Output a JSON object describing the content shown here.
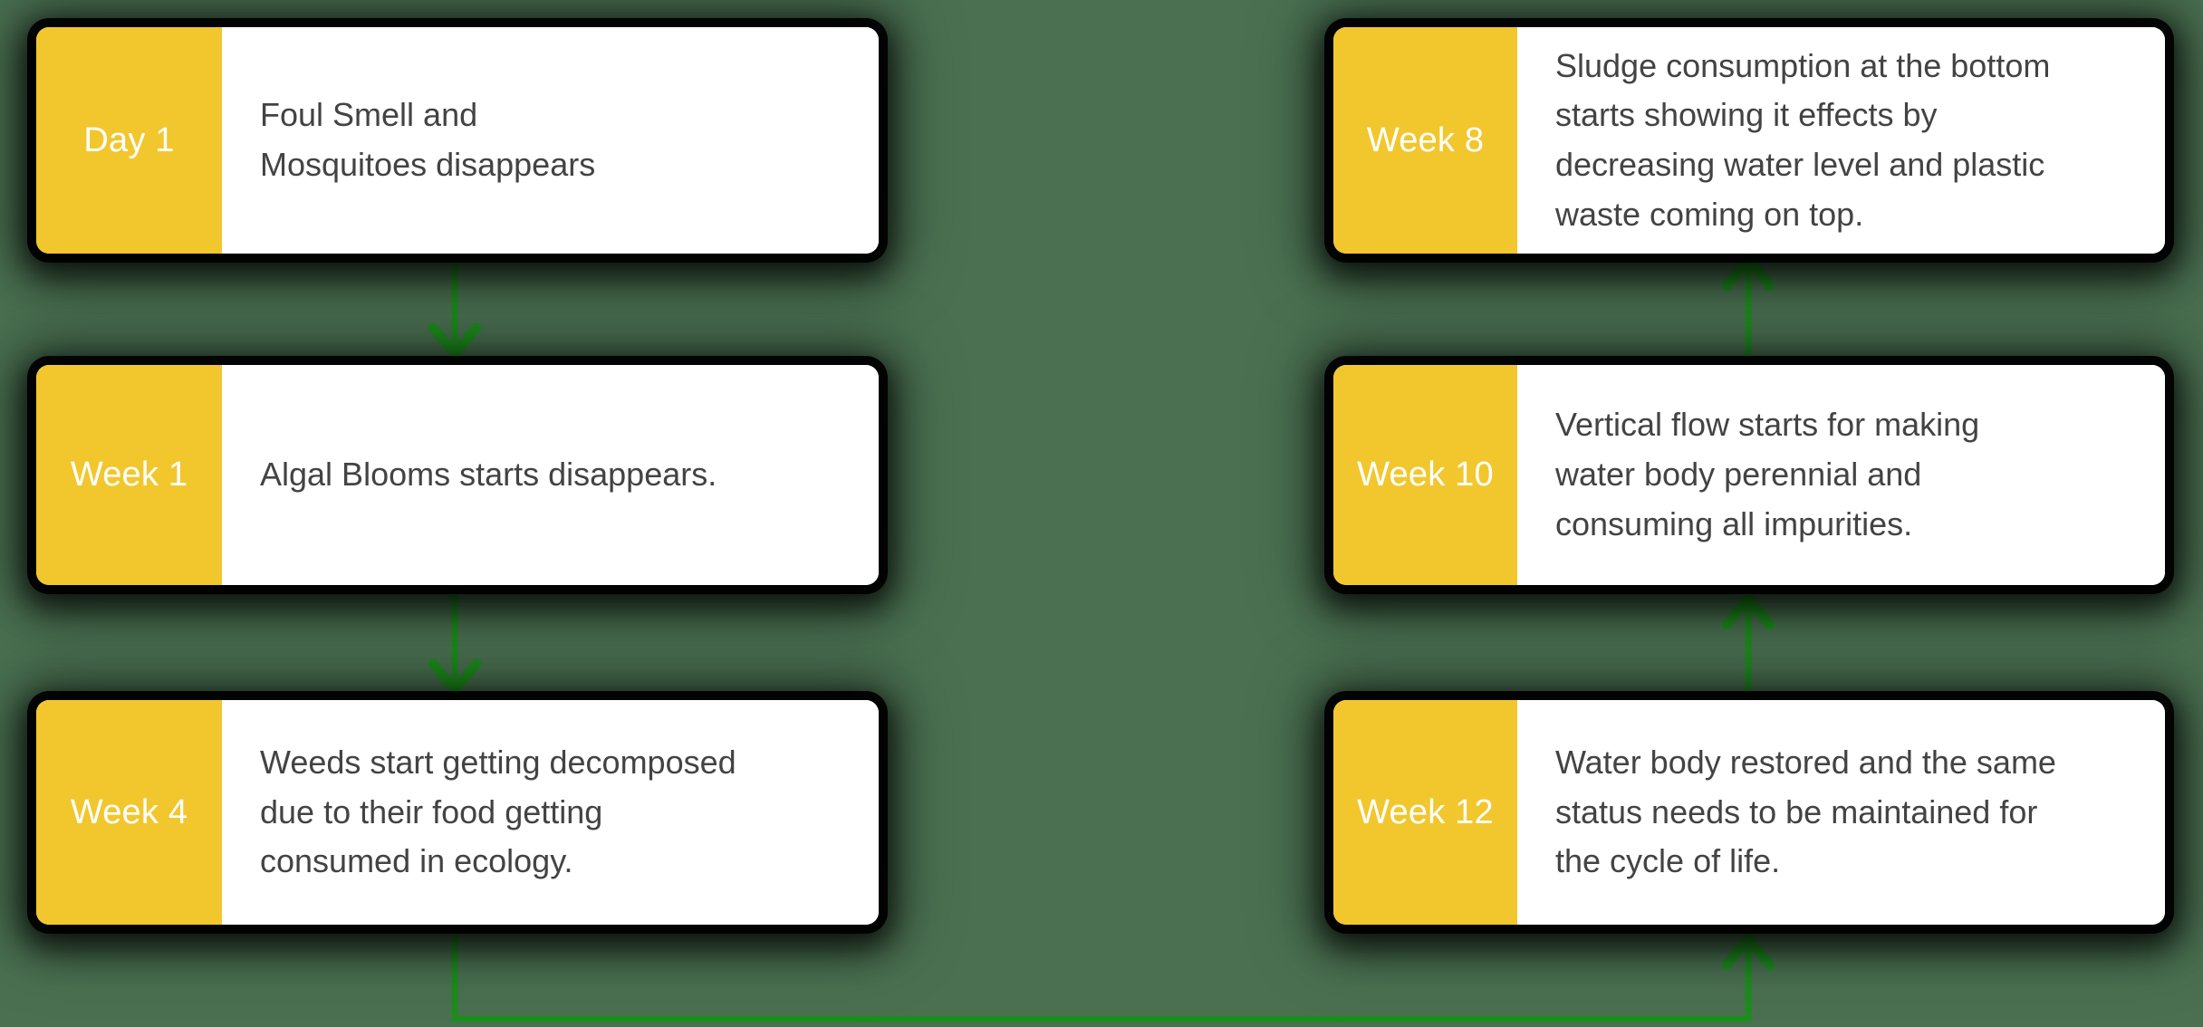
{
  "theme": {
    "background_color": "#4A7051",
    "label_color": "#F2C72E",
    "card_color": "#FFFFFF",
    "text_color": "#434343",
    "label_text_color": "#FFFFFF",
    "connector_color": "#1E8C1E"
  },
  "diagram": {
    "type": "timeline-flow",
    "columns": 2,
    "steps": [
      {
        "id": "day-1",
        "label": "Day 1",
        "text": "Foul Smell and\nMosquitoes disappears",
        "column": "left",
        "row": 1
      },
      {
        "id": "week-1",
        "label": "Week 1",
        "text": "Algal Blooms starts disappears.",
        "column": "left",
        "row": 2
      },
      {
        "id": "week-4",
        "label": "Week 4",
        "text": "Weeds start getting decomposed\ndue to their food getting\nconsumed in ecology.",
        "column": "left",
        "row": 3
      },
      {
        "id": "week-8",
        "label": "Week 8",
        "text": "Sludge consumption at the bottom\nstarts showing it effects by\ndecreasing water level and plastic\nwaste coming on top.",
        "column": "right",
        "row": 1
      },
      {
        "id": "week-10",
        "label": "Week 10",
        "text": "Vertical flow starts for making\nwater body perennial and\nconsuming all impurities.",
        "column": "right",
        "row": 2
      },
      {
        "id": "week-12",
        "label": "Week 12",
        "text": "Water body restored and the same\nstatus needs to be maintained for\nthe cycle of life.",
        "column": "right",
        "row": 3
      }
    ],
    "connectors": [
      {
        "id": "day1-to-week1",
        "from": "day-1",
        "to": "week-1",
        "direction": "down"
      },
      {
        "id": "week1-to-week4",
        "from": "week-1",
        "to": "week-4",
        "direction": "down"
      },
      {
        "id": "week4-to-week12",
        "from": "week-4",
        "to": "week-12",
        "direction": "wrap-up"
      },
      {
        "id": "week12-to-week10",
        "from": "week-12",
        "to": "week-10",
        "direction": "up"
      },
      {
        "id": "week10-to-week8",
        "from": "week-10",
        "to": "week-8",
        "direction": "up"
      }
    ]
  }
}
